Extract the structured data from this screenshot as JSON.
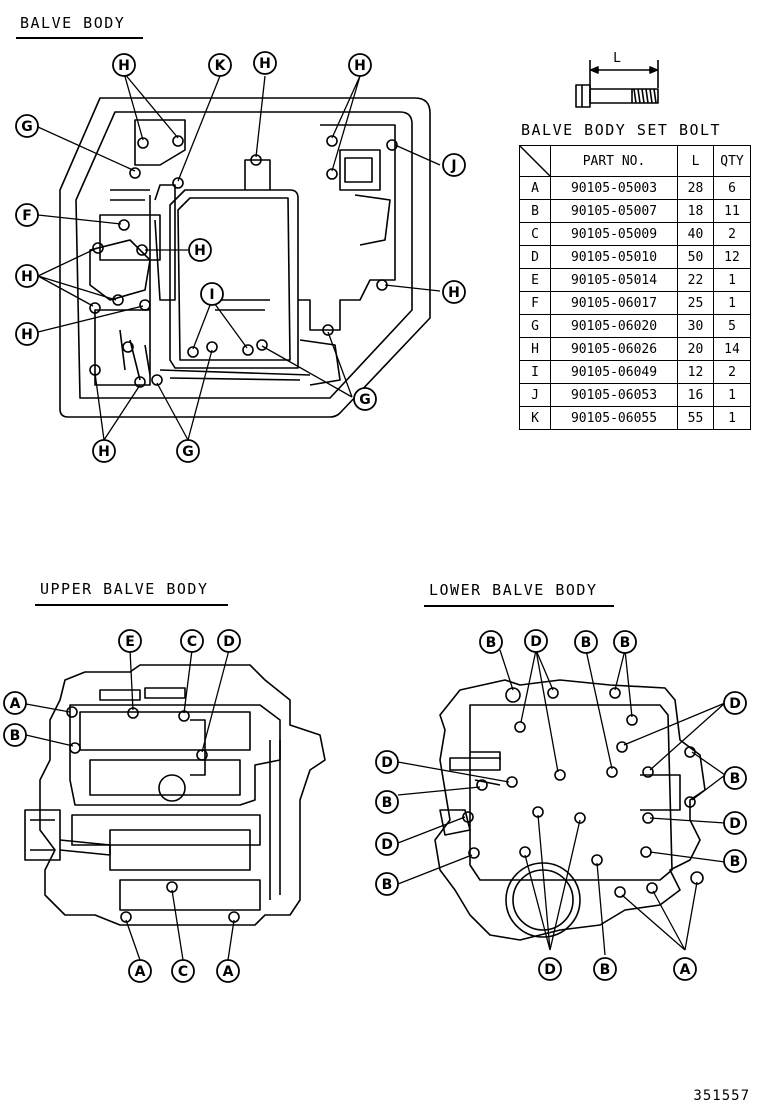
{
  "titles": {
    "main": "BALVE BODY",
    "upper": "UPPER BALVE BODY",
    "lower": "LOWER BALVE BODY",
    "table": "BALVE BODY SET BOLT"
  },
  "bolt_dimension_label": "L",
  "table": {
    "headers": [
      "PART NO.",
      "L",
      "QTY"
    ],
    "rows": [
      {
        "code": "A",
        "part_no": "90105-05003",
        "length": "28",
        "qty": "6"
      },
      {
        "code": "B",
        "part_no": "90105-05007",
        "length": "18",
        "qty": "11"
      },
      {
        "code": "C",
        "part_no": "90105-05009",
        "length": "40",
        "qty": "2"
      },
      {
        "code": "D",
        "part_no": "90105-05010",
        "length": "50",
        "qty": "12"
      },
      {
        "code": "E",
        "part_no": "90105-05014",
        "length": "22",
        "qty": "1"
      },
      {
        "code": "F",
        "part_no": "90105-06017",
        "length": "25",
        "qty": "1"
      },
      {
        "code": "G",
        "part_no": "90105-06020",
        "length": "30",
        "qty": "5"
      },
      {
        "code": "H",
        "part_no": "90105-06026",
        "length": "20",
        "qty": "14"
      },
      {
        "code": "I",
        "part_no": "90105-06049",
        "length": "12",
        "qty": "2"
      },
      {
        "code": "J",
        "part_no": "90105-06053",
        "length": "16",
        "qty": "1"
      },
      {
        "code": "K",
        "part_no": "90105-06055",
        "length": "55",
        "qty": "1"
      }
    ]
  },
  "callouts": {
    "main": [
      "H",
      "K",
      "H",
      "H",
      "G",
      "J",
      "F",
      "H",
      "H",
      "H",
      "H",
      "I",
      "G",
      "H",
      "G"
    ],
    "upper": [
      "E",
      "C",
      "D",
      "A",
      "B",
      "A",
      "C",
      "A"
    ],
    "lower": [
      "B",
      "D",
      "B",
      "B",
      "D",
      "D",
      "B",
      "B",
      "D",
      "D",
      "B",
      "B",
      "D",
      "B",
      "A"
    ]
  },
  "catalog_number": "351557"
}
